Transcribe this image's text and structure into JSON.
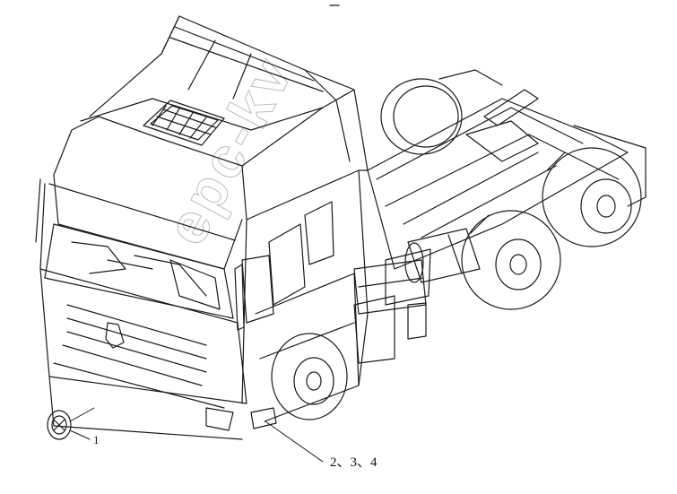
{
  "diagram": {
    "callouts": [
      {
        "id": "1",
        "label": "1"
      },
      {
        "id": "2",
        "label": "2、3、4"
      }
    ],
    "watermark_text": "epc-kv"
  },
  "colors": {
    "line": "#1a1a1a",
    "background": "#ffffff"
  }
}
